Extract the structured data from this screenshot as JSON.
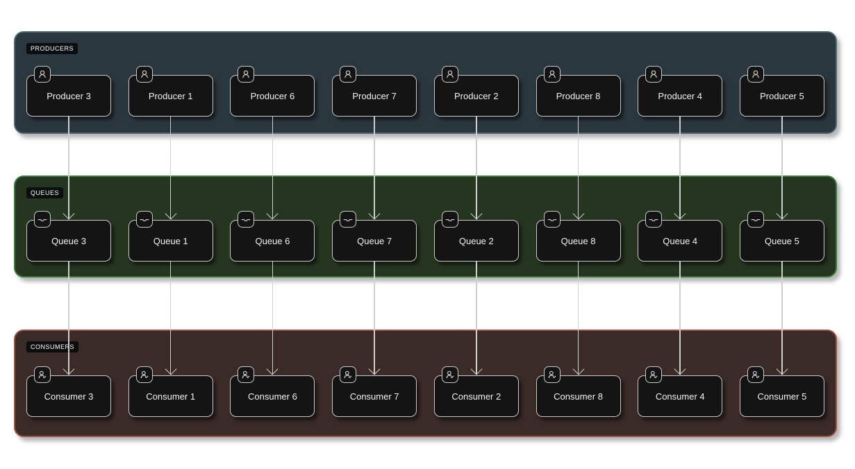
{
  "diagram": {
    "type": "producer-queue-consumer-flow",
    "background": "#ffffff",
    "connector_color": "#cfcfcf",
    "node_style": {
      "bg": "#141414",
      "border": "#c9c9c9",
      "text": "#f2f2f2"
    }
  },
  "sections": {
    "producers": {
      "label": "PRODUCERS",
      "icon": "user-icon",
      "bg": "#2b373e",
      "border": "#516570",
      "nodes": [
        "Producer 3",
        "Producer 1",
        "Producer 6",
        "Producer 7",
        "Producer 2",
        "Producer 8",
        "Producer 4",
        "Producer 5"
      ]
    },
    "queues": {
      "label": "QUEUES",
      "icon": "inbox-icon",
      "bg": "#263520",
      "border": "#3a7a3d",
      "nodes": [
        "Queue 3",
        "Queue 1",
        "Queue 6",
        "Queue 7",
        "Queue 2",
        "Queue 8",
        "Queue 4",
        "Queue 5"
      ]
    },
    "consumers": {
      "label": "CONSUMERS",
      "icon": "user-check-icon",
      "bg": "#3a2a28",
      "border": "#9e4f44",
      "nodes": [
        "Consumer 3",
        "Consumer 1",
        "Consumer 6",
        "Consumer 7",
        "Consumer 2",
        "Consumer 8",
        "Consumer 4",
        "Consumer 5"
      ]
    }
  }
}
